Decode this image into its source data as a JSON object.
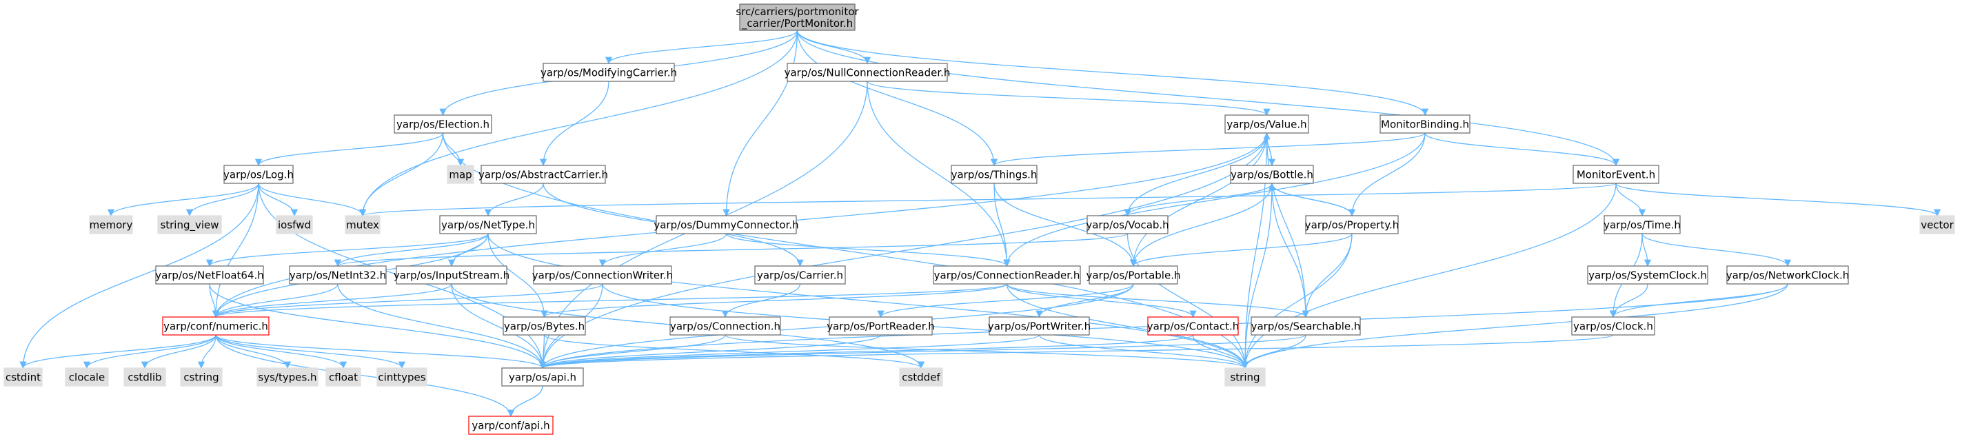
{
  "colors": {
    "edge": "#63b8ff",
    "root_fill": "#bfbfbf",
    "root_stroke": "#666666",
    "normal_fill": "#ffffff",
    "normal_stroke": "#666666",
    "leaf_fill": "#e0e0e0",
    "leaf_stroke": "#e0e0e0",
    "error_fill": "#ffffff",
    "error_stroke": "#ff0000",
    "text": "#000000"
  },
  "nodes": [
    {
      "id": "root",
      "kind": "root",
      "lines": [
        "src/carriers/portmonitor",
        "_carrier/PortMonitor.h"
      ]
    },
    {
      "id": "ModifyingCarrier",
      "kind": "normal",
      "lines": [
        "yarp/os/ModifyingCarrier.h"
      ]
    },
    {
      "id": "NullConnectionReader",
      "kind": "normal",
      "lines": [
        "yarp/os/NullConnectionReader.h"
      ]
    },
    {
      "id": "Election",
      "kind": "normal",
      "lines": [
        "yarp/os/Election.h"
      ]
    },
    {
      "id": "Value",
      "kind": "normal",
      "lines": [
        "yarp/os/Value.h"
      ]
    },
    {
      "id": "MonitorBinding",
      "kind": "normal",
      "lines": [
        "MonitorBinding.h"
      ]
    },
    {
      "id": "Log",
      "kind": "normal",
      "lines": [
        "yarp/os/Log.h"
      ]
    },
    {
      "id": "map",
      "kind": "leaf",
      "lines": [
        "map"
      ]
    },
    {
      "id": "AbstractCarrier",
      "kind": "normal",
      "lines": [
        "yarp/os/AbstractCarrier.h"
      ]
    },
    {
      "id": "Things",
      "kind": "normal",
      "lines": [
        "yarp/os/Things.h"
      ]
    },
    {
      "id": "Bottle",
      "kind": "normal",
      "lines": [
        "yarp/os/Bottle.h"
      ]
    },
    {
      "id": "MonitorEvent",
      "kind": "normal",
      "lines": [
        "MonitorEvent.h"
      ]
    },
    {
      "id": "memory",
      "kind": "leaf",
      "lines": [
        "memory"
      ]
    },
    {
      "id": "string_view",
      "kind": "leaf",
      "lines": [
        "string_view"
      ]
    },
    {
      "id": "iosfwd",
      "kind": "leaf",
      "lines": [
        "iosfwd"
      ]
    },
    {
      "id": "mutex",
      "kind": "leaf",
      "lines": [
        "mutex"
      ]
    },
    {
      "id": "NetType",
      "kind": "normal",
      "lines": [
        "yarp/os/NetType.h"
      ]
    },
    {
      "id": "DummyConnector",
      "kind": "normal",
      "lines": [
        "yarp/os/DummyConnector.h"
      ]
    },
    {
      "id": "Vocab",
      "kind": "normal",
      "lines": [
        "yarp/os/Vocab.h"
      ]
    },
    {
      "id": "Property",
      "kind": "normal",
      "lines": [
        "yarp/os/Property.h"
      ]
    },
    {
      "id": "Time",
      "kind": "normal",
      "lines": [
        "yarp/os/Time.h"
      ]
    },
    {
      "id": "vector",
      "kind": "leaf",
      "lines": [
        "vector"
      ]
    },
    {
      "id": "NetFloat64",
      "kind": "normal",
      "lines": [
        "yarp/os/NetFloat64.h"
      ]
    },
    {
      "id": "NetInt32",
      "kind": "normal",
      "lines": [
        "yarp/os/NetInt32.h"
      ]
    },
    {
      "id": "InputStream",
      "kind": "normal",
      "lines": [
        "yarp/os/InputStream.h"
      ]
    },
    {
      "id": "ConnectionWriter",
      "kind": "normal",
      "lines": [
        "yarp/os/ConnectionWriter.h"
      ]
    },
    {
      "id": "Carrier",
      "kind": "normal",
      "lines": [
        "yarp/os/Carrier.h"
      ]
    },
    {
      "id": "ConnectionReader",
      "kind": "normal",
      "lines": [
        "yarp/os/ConnectionReader.h"
      ]
    },
    {
      "id": "Portable",
      "kind": "normal",
      "lines": [
        "yarp/os/Portable.h"
      ]
    },
    {
      "id": "SystemClock",
      "kind": "normal",
      "lines": [
        "yarp/os/SystemClock.h"
      ]
    },
    {
      "id": "NetworkClock",
      "kind": "normal",
      "lines": [
        "yarp/os/NetworkClock.h"
      ]
    },
    {
      "id": "numeric",
      "kind": "error",
      "lines": [
        "yarp/conf/numeric.h"
      ]
    },
    {
      "id": "Bytes",
      "kind": "normal",
      "lines": [
        "yarp/os/Bytes.h"
      ]
    },
    {
      "id": "Connection",
      "kind": "normal",
      "lines": [
        "yarp/os/Connection.h"
      ]
    },
    {
      "id": "PortReader",
      "kind": "normal",
      "lines": [
        "yarp/os/PortReader.h"
      ]
    },
    {
      "id": "PortWriter",
      "kind": "normal",
      "lines": [
        "yarp/os/PortWriter.h"
      ]
    },
    {
      "id": "Contact",
      "kind": "error",
      "lines": [
        "yarp/os/Contact.h"
      ]
    },
    {
      "id": "Searchable",
      "kind": "normal",
      "lines": [
        "yarp/os/Searchable.h"
      ]
    },
    {
      "id": "Clock",
      "kind": "normal",
      "lines": [
        "yarp/os/Clock.h"
      ]
    },
    {
      "id": "cstdint",
      "kind": "leaf",
      "lines": [
        "cstdint"
      ]
    },
    {
      "id": "clocale",
      "kind": "leaf",
      "lines": [
        "clocale"
      ]
    },
    {
      "id": "cstdlib",
      "kind": "leaf",
      "lines": [
        "cstdlib"
      ]
    },
    {
      "id": "cstring",
      "kind": "leaf",
      "lines": [
        "cstring"
      ]
    },
    {
      "id": "systypes",
      "kind": "leaf",
      "lines": [
        "sys/types.h"
      ]
    },
    {
      "id": "cfloat",
      "kind": "leaf",
      "lines": [
        "cfloat"
      ]
    },
    {
      "id": "cinttypes",
      "kind": "leaf",
      "lines": [
        "cinttypes"
      ]
    },
    {
      "id": "api_os",
      "kind": "normal",
      "lines": [
        "yarp/os/api.h"
      ]
    },
    {
      "id": "cstddef",
      "kind": "leaf",
      "lines": [
        "cstddef"
      ]
    },
    {
      "id": "string",
      "kind": "leaf",
      "lines": [
        "string"
      ]
    },
    {
      "id": "api_conf",
      "kind": "error",
      "lines": [
        "yarp/conf/api.h"
      ]
    }
  ],
  "edges": [
    [
      "root",
      "ModifyingCarrier"
    ],
    [
      "root",
      "NullConnectionReader"
    ],
    [
      "root",
      "Election"
    ],
    [
      "root",
      "mutex"
    ],
    [
      "root",
      "DummyConnector"
    ],
    [
      "root",
      "Things"
    ],
    [
      "root",
      "MonitorBinding"
    ],
    [
      "root",
      "MonitorEvent"
    ],
    [
      "ModifyingCarrier",
      "AbstractCarrier"
    ],
    [
      "NullConnectionReader",
      "ConnectionReader"
    ],
    [
      "NullConnectionReader",
      "Value"
    ],
    [
      "NullConnectionReader",
      "api_os"
    ],
    [
      "Election",
      "Log"
    ],
    [
      "Election",
      "map"
    ],
    [
      "Election",
      "mutex"
    ],
    [
      "Election",
      "string"
    ],
    [
      "Value",
      "Bottle"
    ],
    [
      "Value",
      "Vocab"
    ],
    [
      "Value",
      "Portable"
    ],
    [
      "Value",
      "Searchable"
    ],
    [
      "Value",
      "numeric"
    ],
    [
      "Value",
      "string"
    ],
    [
      "Value",
      "api_os"
    ],
    [
      "MonitorBinding",
      "Things"
    ],
    [
      "MonitorBinding",
      "Property"
    ],
    [
      "MonitorBinding",
      "ConnectionReader"
    ],
    [
      "MonitorBinding",
      "MonitorEvent"
    ],
    [
      "Log",
      "memory"
    ],
    [
      "Log",
      "string_view"
    ],
    [
      "Log",
      "iosfwd"
    ],
    [
      "Log",
      "mutex"
    ],
    [
      "Log",
      "numeric"
    ],
    [
      "Log",
      "api_os"
    ],
    [
      "Log",
      "cstdint"
    ],
    [
      "AbstractCarrier",
      "NetType"
    ],
    [
      "AbstractCarrier",
      "Carrier"
    ],
    [
      "Things",
      "ConnectionReader"
    ],
    [
      "Things",
      "Portable"
    ],
    [
      "Bottle",
      "Value"
    ],
    [
      "Bottle",
      "Vocab"
    ],
    [
      "Bottle",
      "Property"
    ],
    [
      "Bottle",
      "Portable"
    ],
    [
      "Bottle",
      "Searchable"
    ],
    [
      "Bottle",
      "string"
    ],
    [
      "MonitorEvent",
      "mutex"
    ],
    [
      "MonitorEvent",
      "Time"
    ],
    [
      "MonitorEvent",
      "vector"
    ],
    [
      "MonitorEvent",
      "string"
    ],
    [
      "NetType",
      "NetFloat64"
    ],
    [
      "NetType",
      "NetInt32"
    ],
    [
      "NetType",
      "InputStream"
    ],
    [
      "NetType",
      "Bytes"
    ],
    [
      "NetType",
      "string"
    ],
    [
      "NetType",
      "numeric"
    ],
    [
      "DummyConnector",
      "ConnectionWriter"
    ],
    [
      "DummyConnector",
      "ConnectionReader"
    ],
    [
      "Vocab",
      "NetInt32"
    ],
    [
      "Vocab",
      "string"
    ],
    [
      "Property",
      "Bottle"
    ],
    [
      "Property",
      "Portable"
    ],
    [
      "Property",
      "Searchable"
    ],
    [
      "Property",
      "string"
    ],
    [
      "Time",
      "SystemClock"
    ],
    [
      "Time",
      "NetworkClock"
    ],
    [
      "Time",
      "Clock"
    ],
    [
      "NetFloat64",
      "numeric"
    ],
    [
      "NetFloat64",
      "api_os"
    ],
    [
      "NetInt32",
      "numeric"
    ],
    [
      "NetInt32",
      "api_os"
    ],
    [
      "InputStream",
      "numeric"
    ],
    [
      "InputStream",
      "api_os"
    ],
    [
      "InputStream",
      "cstddef"
    ],
    [
      "ConnectionWriter",
      "numeric"
    ],
    [
      "ConnectionWriter",
      "api_os"
    ],
    [
      "ConnectionWriter",
      "string"
    ],
    [
      "Carrier",
      "Connection"
    ],
    [
      "ConnectionReader",
      "Bytes"
    ],
    [
      "ConnectionReader",
      "Contact"
    ],
    [
      "ConnectionReader",
      "Searchable"
    ],
    [
      "ConnectionReader",
      "numeric"
    ],
    [
      "ConnectionReader",
      "string"
    ],
    [
      "Portable",
      "PortReader"
    ],
    [
      "Portable",
      "PortWriter"
    ],
    [
      "Portable",
      "api_os"
    ],
    [
      "SystemClock",
      "Clock"
    ],
    [
      "NetworkClock",
      "Clock"
    ],
    [
      "NetworkClock",
      "api_os"
    ],
    [
      "NetworkClock",
      "string"
    ],
    [
      "numeric",
      "cstdint"
    ],
    [
      "numeric",
      "clocale"
    ],
    [
      "numeric",
      "cstdlib"
    ],
    [
      "numeric",
      "cstring"
    ],
    [
      "numeric",
      "systypes"
    ],
    [
      "numeric",
      "cfloat"
    ],
    [
      "numeric",
      "cinttypes"
    ],
    [
      "numeric",
      "api_conf"
    ],
    [
      "numeric",
      "api_os"
    ],
    [
      "Bytes",
      "api_os"
    ],
    [
      "Bytes",
      "cstddef"
    ],
    [
      "Connection",
      "api_os"
    ],
    [
      "Connection",
      "string"
    ],
    [
      "PortReader",
      "api_os"
    ],
    [
      "PortWriter",
      "api_os"
    ],
    [
      "PortWriter",
      "string"
    ],
    [
      "Contact",
      "string"
    ],
    [
      "Contact",
      "api_os"
    ],
    [
      "Searchable",
      "api_os"
    ],
    [
      "Searchable",
      "string"
    ],
    [
      "Clock",
      "api_os"
    ],
    [
      "api_os",
      "api_conf"
    ]
  ]
}
